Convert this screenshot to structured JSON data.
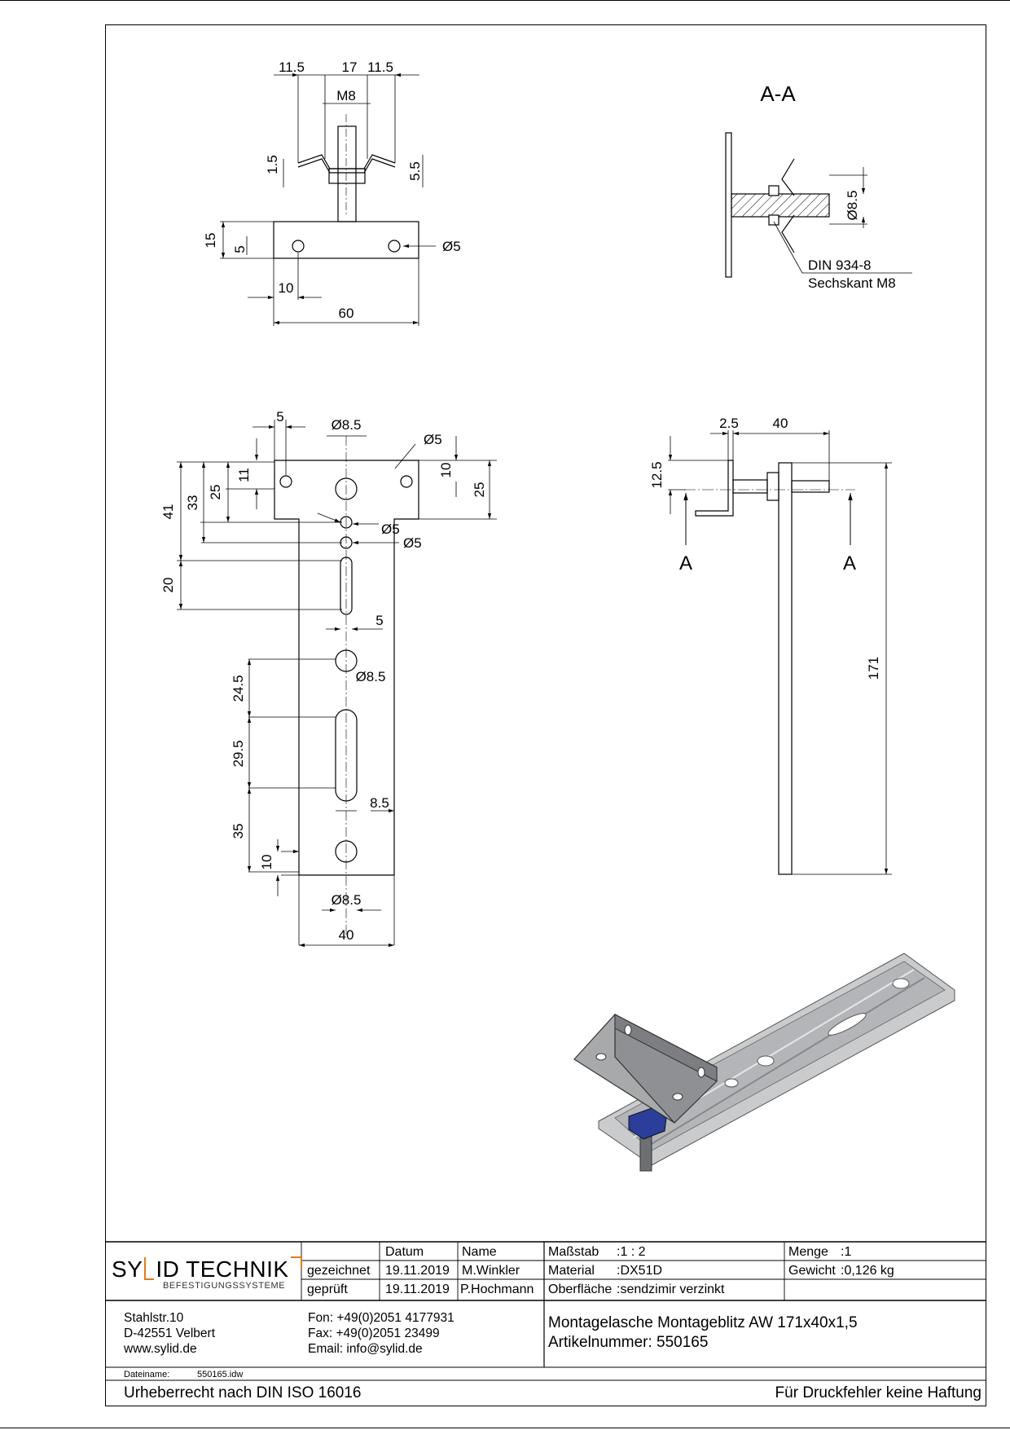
{
  "views": {
    "section_title": "A-A",
    "section_marker": "A",
    "top_view": {
      "dim_11_5_left": "11.5",
      "dim_17": "17",
      "dim_11_5_right": "11.5",
      "thread": "M8",
      "dim_1_5": "1.5",
      "dim_5_5": "5.5",
      "dim_15": "15",
      "dim_5": "5",
      "dia_5": "Ø5",
      "dim_10": "10",
      "dim_60": "60"
    },
    "section_view": {
      "dia_8_5": "Ø8.5",
      "nut_standard": "DIN 934-8",
      "nut_name": "Sechskant M8"
    },
    "front_view": {
      "dim_5_top": "5",
      "dia_8_5_top": "Ø8.5",
      "dia_5_top": "Ø5",
      "dim_41": "41",
      "dim_33": "33",
      "dim_25_left": "25",
      "dim_11": "11",
      "dim_10_right": "10",
      "dim_25_right": "25",
      "dia_5_a": "Ø5",
      "dia_5_b": "Ø5",
      "dim_20": "20",
      "dim_5_slot": "5",
      "dia_8_5_mid": "Ø8.5",
      "dim_24_5": "24.5",
      "dim_29_5": "29.5",
      "dim_8_5": "8.5",
      "dim_35": "35",
      "dim_10_bottom": "10",
      "dia_8_5_bottom": "Ø8.5",
      "dim_40": "40"
    },
    "side_view": {
      "dim_2_5": "2.5",
      "dim_40": "40",
      "dim_12_5": "12.5",
      "dim_171": "171"
    }
  },
  "title_block": {
    "company": "SYLID TECHNIK",
    "company_part1": "SY",
    "company_part2": "ID TECHNIK",
    "company_sub": "BEFESTIGUNGSSYSTEME",
    "col_datum": "Datum",
    "col_name": "Name",
    "row_drawn_label": "gezeichnet",
    "row_drawn_date": "19.11.2019",
    "row_drawn_name": "M.Winkler",
    "row_checked_label": "geprüft",
    "row_checked_date": "19.11.2019",
    "row_checked_name": "P.Hochmann",
    "scale_label": "Maßstab",
    "scale_value": ":1 : 2",
    "material_label": "Material",
    "material_value": ":DX51D",
    "surface_label": "Oberfläche",
    "surface_value": ":sendzimir verzinkt",
    "quantity_label": "Menge",
    "quantity_value": ":1",
    "weight_label": "Gewicht",
    "weight_value": ":0,126 kg",
    "address_street": "Stahlstr.10",
    "address_city": "D-42551 Velbert",
    "address_web": "www.sylid.de",
    "phone": "Fon: +49(0)2051 4177931",
    "fax": "Fax: +49(0)2051 23499",
    "email": "Email: info@sylid.de",
    "part_title": "Montagelasche Montageblitz AW 171x40x1,5",
    "part_number": "Artikelnummer: 550165",
    "filename_label": "Dateiname:",
    "filename_value": "550165.idw",
    "copyright": "Urheberrecht nach DIN ISO 16016",
    "disclaimer": "Für Druckfehler keine Haftung"
  },
  "colors": {
    "line": "#000000",
    "logo_accent": "#e07a1f",
    "part_gray": "#a7a9ab",
    "nut_blue": "#2a3e9a"
  }
}
